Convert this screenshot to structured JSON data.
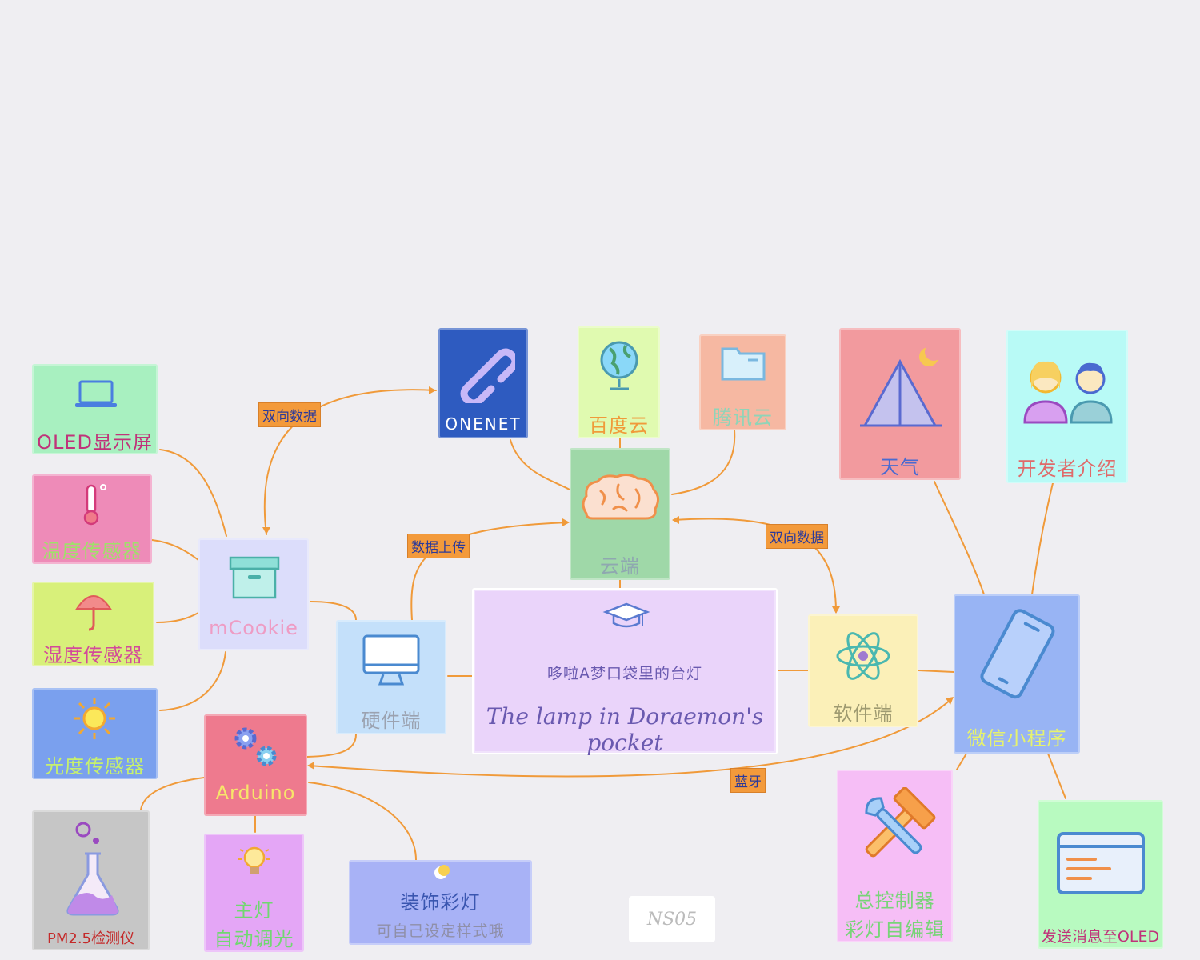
{
  "colors": {
    "connector": "#f09a3a",
    "tag_bg": "#f39a3b",
    "background": "#efeef2"
  },
  "nodes": {
    "oled": {
      "label": "OLED显示屏",
      "icon": "laptop-icon",
      "bg": "#a8f0c0",
      "color": "#c0337a"
    },
    "temp": {
      "label": "温度传感器",
      "icon": "thermometer-icon",
      "bg": "#ee8bb8",
      "color": "#9fe06a"
    },
    "humid": {
      "label": "湿度传感器",
      "icon": "umbrella-icon",
      "bg": "#d8f07a",
      "color": "#d34a9a"
    },
    "light": {
      "label": "光度传感器",
      "icon": "sun-icon",
      "bg": "#7aa0ee",
      "color": "#c6f06e"
    },
    "mcookie": {
      "label": "mCookie",
      "icon": "box-icon",
      "bg": "#dcddfb",
      "color": "#ee9cc4"
    },
    "arduino": {
      "label": "Arduino",
      "icon": "gears-icon",
      "bg": "#ee7a8e",
      "color": "#f7e56a"
    },
    "pm25": {
      "label": "PM2.5检测仪",
      "icon": "flask-icon",
      "bg": "#c6c6c6",
      "color": "#c42a2a"
    },
    "mainlamp": {
      "label1": "主灯",
      "label2": "自动调光",
      "icon": "bulb-icon",
      "bg": "#e4a6f6",
      "color": "#70d870"
    },
    "deco": {
      "label1": "装饰彩灯",
      "label2": "可自己设定样式哦",
      "icon": "moon-icon",
      "bg": "#a8b2f6",
      "color1": "#3a56b0",
      "color2": "#8f8fa8"
    },
    "hardware": {
      "label": "硬件端",
      "icon": "monitor-icon",
      "bg": "#c4e0fa",
      "color": "#9ba2b0"
    },
    "cloud": {
      "label": "云端",
      "icon": "brain-icon",
      "bg": "#9fd8a8",
      "color": "#8fa8b0"
    },
    "onenet": {
      "label": "ONENET",
      "icon": "link-icon",
      "bg": "#2e5bc0",
      "color": "#ffffff"
    },
    "baidu": {
      "label": "百度云",
      "icon": "globe-icon",
      "bg": "#e0fab0",
      "color": "#f09a3a"
    },
    "tencent": {
      "label": "腾讯云",
      "icon": "folder-icon",
      "bg": "#f6b8a2",
      "color": "#8fd4b8"
    },
    "center": {
      "title_cn": "哆啦A梦口袋里的台灯",
      "title_en": "The lamp in Doraemon's pocket",
      "icon": "graduation-cap-icon",
      "bg": "#ead4fa",
      "color": "#6a5ab0"
    },
    "software": {
      "label": "软件端",
      "icon": "atom-icon",
      "bg": "#fbf0b8",
      "color": "#9e9a70"
    },
    "weather": {
      "label": "天气",
      "icon": "tent-icon",
      "bg": "#f29a9e",
      "color": "#4a6ad0"
    },
    "developer": {
      "label": "开发者介绍",
      "icon": "people-icon",
      "bg": "#b8faf6",
      "color": "#e06a6a"
    },
    "wechat": {
      "label": "微信小程序",
      "icon": "phone-icon",
      "bg": "#98b4f4",
      "color": "#e6f26e"
    },
    "controller": {
      "label1": "总控制器",
      "label2": "彩灯自编辑",
      "icon": "tools-icon",
      "bg": "#f6bef6",
      "color": "#78d478"
    },
    "sendmsg": {
      "label": "发送消息至OLED",
      "icon": "window-icon",
      "bg": "#b8fac0",
      "color": "#c0337a"
    }
  },
  "tags": {
    "tag_onenet": "双向数据",
    "tag_upload": "数据上传",
    "tag_software": "双向数据",
    "tag_bluetooth": "蓝牙"
  },
  "watermark": "NS05"
}
